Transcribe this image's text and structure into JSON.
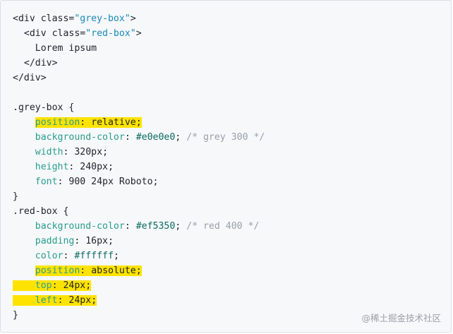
{
  "colors": {
    "background": "#f6f8fa",
    "highlight": "#ffe300",
    "property": "#2a9c8f",
    "string": "#1a8ab8",
    "comment": "#9aa0a6",
    "text": "#1f2328"
  },
  "code": {
    "l1": {
      "a": "<div class=",
      "b": "\"grey-box\"",
      "c": ">"
    },
    "l2": {
      "a": "  <div class=",
      "b": "\"red-box\"",
      "c": ">"
    },
    "l3": "    Lorem ipsum",
    "l4": "  </div>",
    "l5": "</div>",
    "l7": ".grey-box {",
    "l8": {
      "p": "position",
      "v": "relative"
    },
    "l9": {
      "p": "background-color",
      "v": "#e0e0e0",
      "c": "/* grey 300 */"
    },
    "l10": {
      "p": "width",
      "v": "320px"
    },
    "l11": {
      "p": "height",
      "v": "240px"
    },
    "l12": {
      "p": "font",
      "v": "900 24px Roboto"
    },
    "l13": "}",
    "l14": ".red-box {",
    "l15": {
      "p": "background-color",
      "v": "#ef5350",
      "c": "/* red 400 */"
    },
    "l16": {
      "p": "padding",
      "v": "16px"
    },
    "l17": {
      "p": "color",
      "v": "#ffffff"
    },
    "l18": {
      "p": "position",
      "v": "absolute"
    },
    "l19": {
      "p": "top",
      "v": "24px"
    },
    "l20": {
      "p": "left",
      "v": "24px"
    },
    "l21": "}"
  },
  "watermark": "@稀土掘金技术社区"
}
